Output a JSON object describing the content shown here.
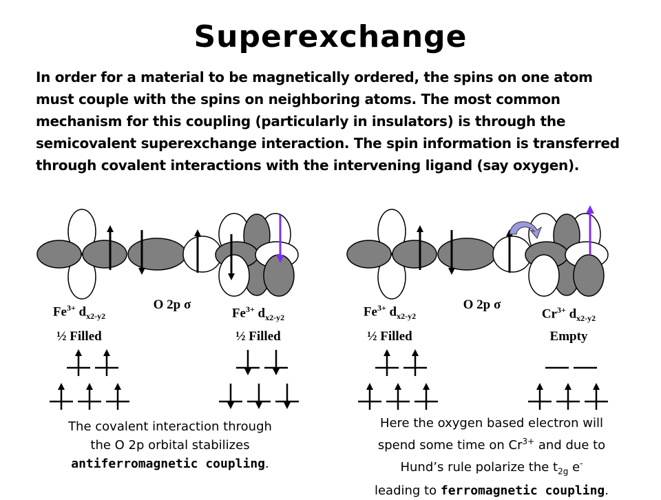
{
  "title": "Superexchange",
  "intro": "In order for a material to be magnetically ordered, the spins on one atom must couple with the spins on neighboring atoms.  The most common mechanism for this coupling (particularly in insulators) is through the semicovalent superexchange interaction.  The spin information is transferred through covalent interactions with the intervening ligand (say oxygen).",
  "left": {
    "metal1": {
      "ion": "Fe",
      "charge": "3+",
      "orbital": "d",
      "sub": "x2-y2",
      "fill": "½ Filled"
    },
    "oxygen": {
      "text": "O 2p σ"
    },
    "metal2": {
      "ion": "Fe",
      "charge": "3+",
      "orbital": "d",
      "sub": "x2-y2",
      "fill": "½ Filled"
    },
    "caption": {
      "line1": "The covalent interaction through",
      "line2": "the O 2p orbital stabilizes",
      "bold": "antiferromagnetic coupling",
      "end": "."
    }
  },
  "right": {
    "metal1": {
      "ion": "Fe",
      "charge": "3+",
      "orbital": "d",
      "sub": "x2-y2",
      "fill": "½ Filled"
    },
    "oxygen": {
      "text": "O 2p σ"
    },
    "metal2": {
      "ion": "Cr",
      "charge": "3+",
      "orbital": "d",
      "sub": "x2-y2",
      "fill": "Empty"
    },
    "caption": {
      "line1": "Here the oxygen based electron will",
      "line2a": "spend some time on Cr",
      "line2sup": "3+",
      "line2b": " and due to",
      "line3a": "Hund’s rule polarize the t",
      "line3sub": "2g",
      "line3b": " e",
      "line3sup": "-",
      "line4a": "leading to ",
      "bold": "ferromagnetic coupling",
      "end": "."
    }
  },
  "colors": {
    "lobe_gray": "#808080",
    "spin_highlight": "#7b2ff2",
    "hop_arrow": "#9a9ae0"
  }
}
